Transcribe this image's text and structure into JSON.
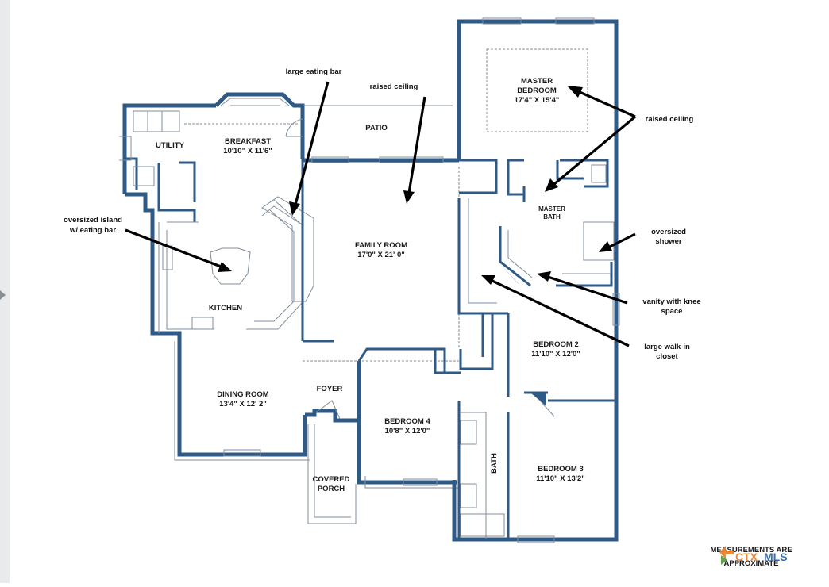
{
  "rooms": {
    "master_name_1": "MASTER",
    "master_name_2": "BEDROOM",
    "master_size": "17'4\" X 15'4\"",
    "master_bath_1": "MASTER",
    "master_bath_2": "BATH",
    "patio": "PATIO",
    "utility": "UTILITY",
    "breakfast_name": "BREAKFAST",
    "breakfast_size": "10'10\" X 11'6\"",
    "family_name": "FAMILY ROOM",
    "family_size": "17'0\" X 21' 0\"",
    "kitchen": "KITCHEN",
    "dining_name": "DINING ROOM",
    "dining_size": "13'4\" X 12' 2\"",
    "foyer": "FOYER",
    "bedroom4_name": "BEDROOM 4",
    "bedroom4_size": "10'8\" X 12'0\"",
    "bedroom2_name": "BEDROOM 2",
    "bedroom2_size": "11'10\" X 12'0\"",
    "bedroom3_name": "BEDROOM 3",
    "bedroom3_size": "11'10\" X 13'2\"",
    "bath": "BATH",
    "porch_1": "COVERED",
    "porch_2": "PORCH"
  },
  "annotations": {
    "eating_bar": "large eating bar",
    "raised_ceiling_family": "raised ceiling",
    "raised_ceiling_master": "raised ceiling",
    "island_1": "oversized island",
    "island_2": "w/ eating bar",
    "shower_1": "oversized",
    "shower_2": "shower",
    "vanity_1": "vanity with knee",
    "vanity_2": "space",
    "closet_1": "large walk-in",
    "closet_2": "closet"
  },
  "footer": {
    "measure_1": "MEASUREMENTS ARE",
    "measure_2": "APPROXIMATE",
    "logo_a": "CTX",
    "logo_b": "MLS"
  },
  "colors": {
    "wall": "#2f5a86",
    "logo_orange": "#e8812c",
    "logo_green": "#5a9a3c",
    "logo_blue": "#2a63a8"
  }
}
